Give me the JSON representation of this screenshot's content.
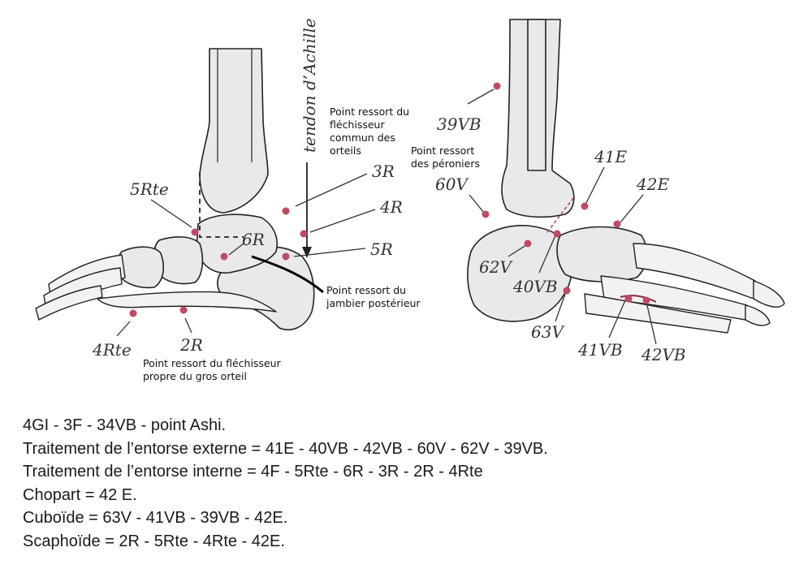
{
  "medial_view": {
    "tendon_label": "tendon d’Achille",
    "points": {
      "r3": "3R",
      "r4": "4R",
      "r5": "5R",
      "r6": "6R",
      "r5te": "5Rte",
      "r4te": "4Rte",
      "r2": "2R"
    },
    "notes": {
      "flechisseur_commun": [
        "Point ressort du",
        "fléchisseur",
        "commun des",
        "orteils"
      ],
      "jambier_posterieur": [
        "Point ressort du",
        "jambier postérieur"
      ],
      "flechisseur_propre": [
        "Point ressort du fléchisseur",
        "propre du gros orteil"
      ]
    }
  },
  "lateral_view": {
    "points": {
      "vb39": "39VB",
      "v60": "60V",
      "e41": "41E",
      "e42": "42E",
      "v62": "62V",
      "vb40": "40VB",
      "v63": "63V",
      "vb41": "41VB",
      "vb42": "42VB"
    },
    "notes": {
      "peroniers": [
        "Point ressort",
        "des péroniers"
      ]
    }
  },
  "legend": [
    "4GI - 3F - 34VB - point Ashi.",
    "Traitement de l’entorse externe = 41E - 40VB - 42VB - 60V - 62V - 39VB.",
    "Traitement de l’entorse interne = 4F - 5Rte - 6R - 3R - 2R - 4Rte",
    "Chopart = 42 E.",
    "Cuboïde = 63V - 41VB - 39VB - 42E.",
    "Scaphoïde = 2R - 5Rte - 4Rte - 42E."
  ],
  "colors": {
    "point": "#c04a63",
    "bone_fill": "#e9e9e9",
    "line": "#222222"
  }
}
